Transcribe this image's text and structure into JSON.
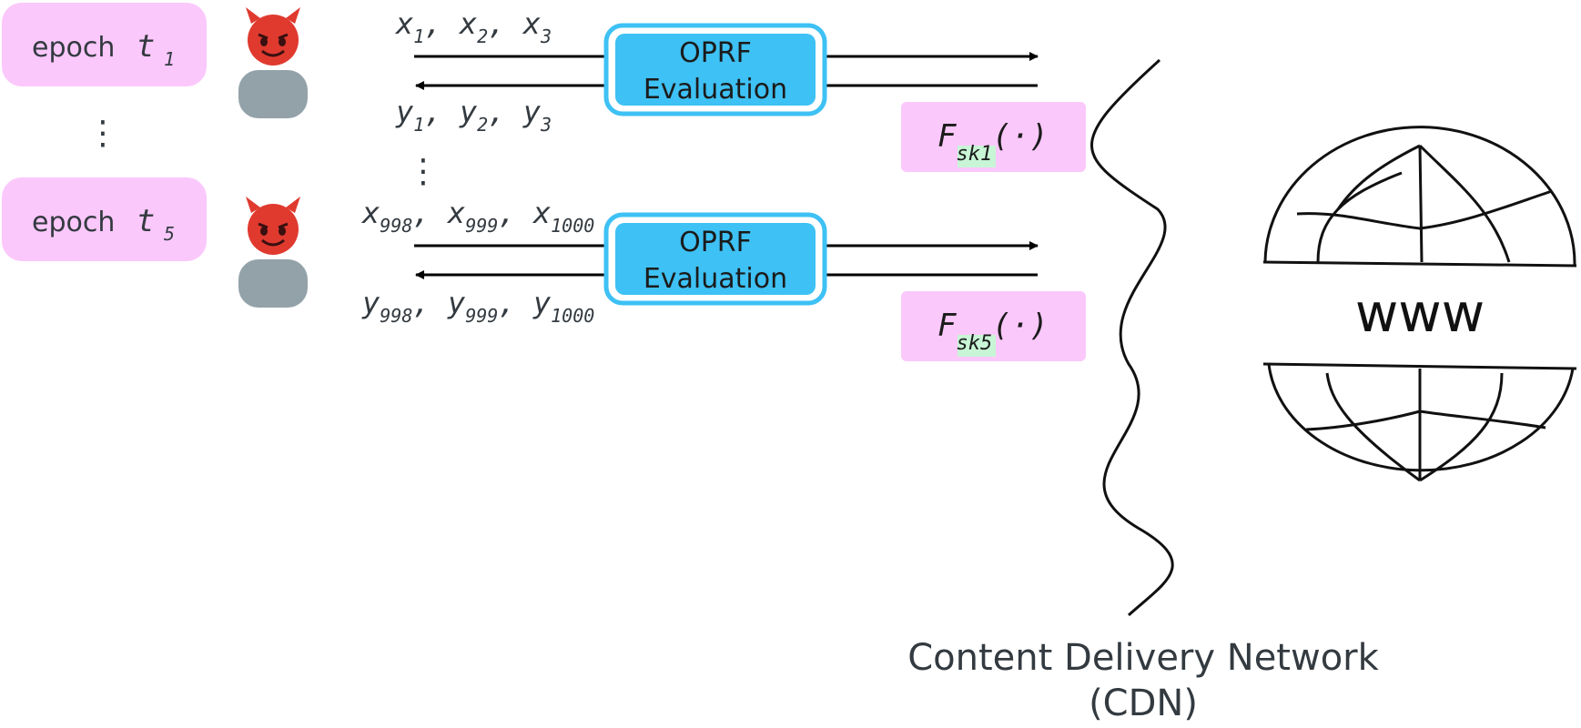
{
  "epochs": [
    {
      "prefix": "epoch",
      "var": "t",
      "sub": "1"
    },
    {
      "prefix": "epoch",
      "var": "t",
      "sub": "5"
    }
  ],
  "ellipsis": "⋮",
  "rounds": [
    {
      "inputs": [
        {
          "v": "x",
          "s": "1"
        },
        {
          "v": "x",
          "s": "2"
        },
        {
          "v": "x",
          "s": "3"
        }
      ],
      "outputs": [
        {
          "v": "y",
          "s": "1"
        },
        {
          "v": "y",
          "s": "2"
        },
        {
          "v": "y",
          "s": "3"
        }
      ],
      "box_line1": "OPRF",
      "box_line2": "Evaluation",
      "func": "F",
      "func_sub": "sk1",
      "func_arg": "(·)"
    },
    {
      "inputs": [
        {
          "v": "x",
          "s": "998"
        },
        {
          "v": "x",
          "s": "999"
        },
        {
          "v": "x",
          "s": "1000"
        }
      ],
      "outputs": [
        {
          "v": "y",
          "s": "998"
        },
        {
          "v": "y",
          "s": "999"
        },
        {
          "v": "y",
          "s": "1000"
        }
      ],
      "box_line1": "OPRF",
      "box_line2": "Evaluation",
      "func": "F",
      "func_sub": "sk5",
      "func_arg": "(·)"
    }
  ],
  "globe_label": "www",
  "cdn_line1": "Content Delivery Network",
  "cdn_line2": "(CDN)",
  "colors": {
    "epoch_fill": "#fbc8fb",
    "box_fill": "#3ec1f4",
    "box_border": "#3ec1f4",
    "func_fill": "#fbc8fb",
    "sub_highlight": "#c8f5d6",
    "devil_red": "#e03a2f",
    "person_gray": "#93a2a9",
    "text": "#333a40"
  }
}
